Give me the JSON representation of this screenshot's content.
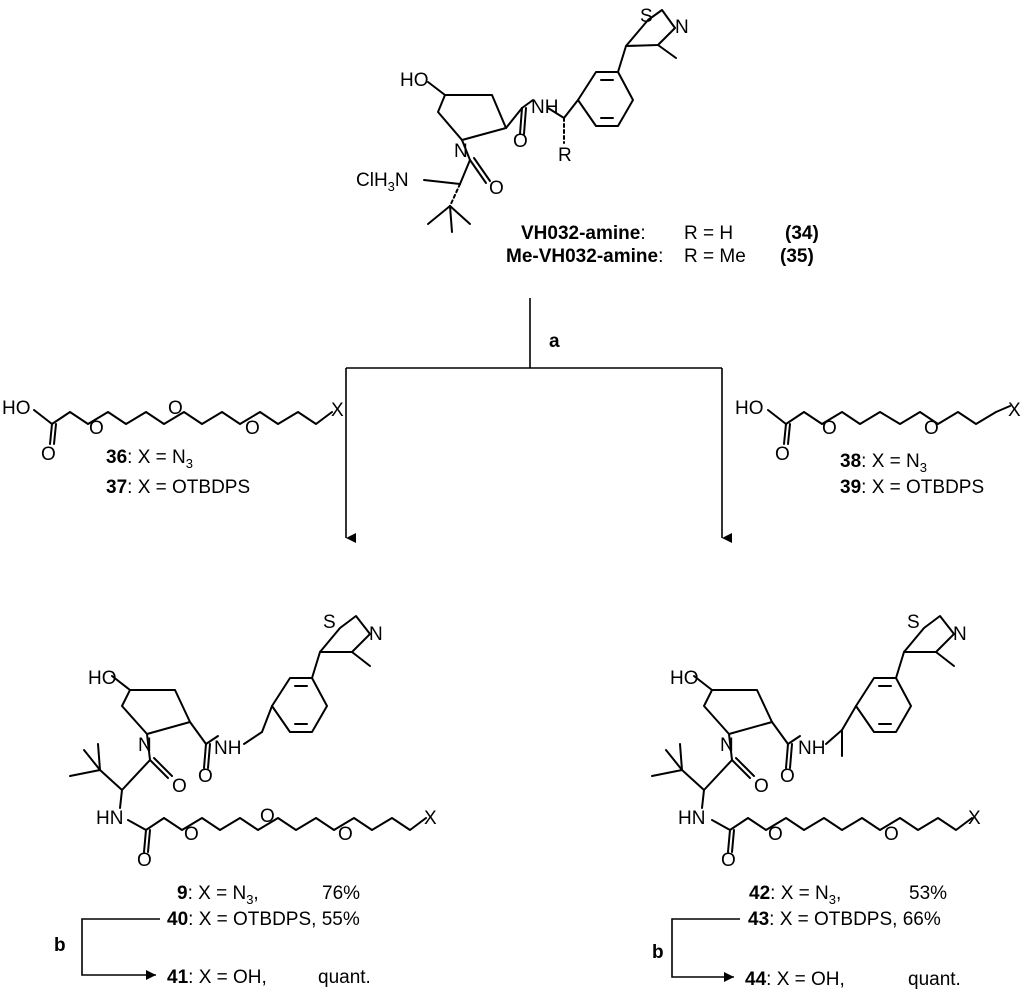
{
  "atoms": {
    "ho": "HO",
    "n": "N",
    "nh": "NH",
    "hn": "HN",
    "s": "S",
    "o": "O",
    "r": "R",
    "x": "X",
    "clh3n_a": "ClH",
    "clh3n_b": "3",
    "clh3n_c": "N",
    "n3": "N",
    "n3_sub": "3"
  },
  "starting_material": {
    "line1_name": "VH032-amine",
    "line1_rest": ":",
    "line1_r": "R  =  H",
    "line1_num": "(34)",
    "line2_name": "Me-VH032-amine",
    "line2_rest": ":",
    "line2_r": "R = Me",
    "line2_num": "(35)"
  },
  "reagents": {
    "step_a": "a",
    "step_b_left": "b",
    "step_b_right": "b"
  },
  "linker_left": {
    "l1_num": "36",
    "l1_text": ": X = N",
    "l1_sub": "3",
    "l2_num": "37",
    "l2_text": ": X = OTBDPS"
  },
  "linker_right": {
    "l1_num": "38",
    "l1_text": ": X = N",
    "l1_sub": "3",
    "l2_num": "39",
    "l2_text": ": X = OTBDPS"
  },
  "products_left": {
    "p1_num": "9",
    "p1_text": ":   X = N",
    "p1_sub": "3",
    "p1_tail": ",",
    "p1_yield": "76%",
    "p2_num": "40",
    "p2_text": ": X = OTBDPS, 55%",
    "p3_num": "41",
    "p3_text": ": X = OH,",
    "p3_yield": "quant."
  },
  "products_right": {
    "p1_num": "42",
    "p1_text": ": X = N",
    "p1_sub": "3",
    "p1_tail": ",",
    "p1_yield": "53%",
    "p2_num": "43",
    "p2_text": ": X = OTBDPS, 66%",
    "p3_num": "44",
    "p3_text": ": X = OH,",
    "p3_yield": "quant."
  }
}
